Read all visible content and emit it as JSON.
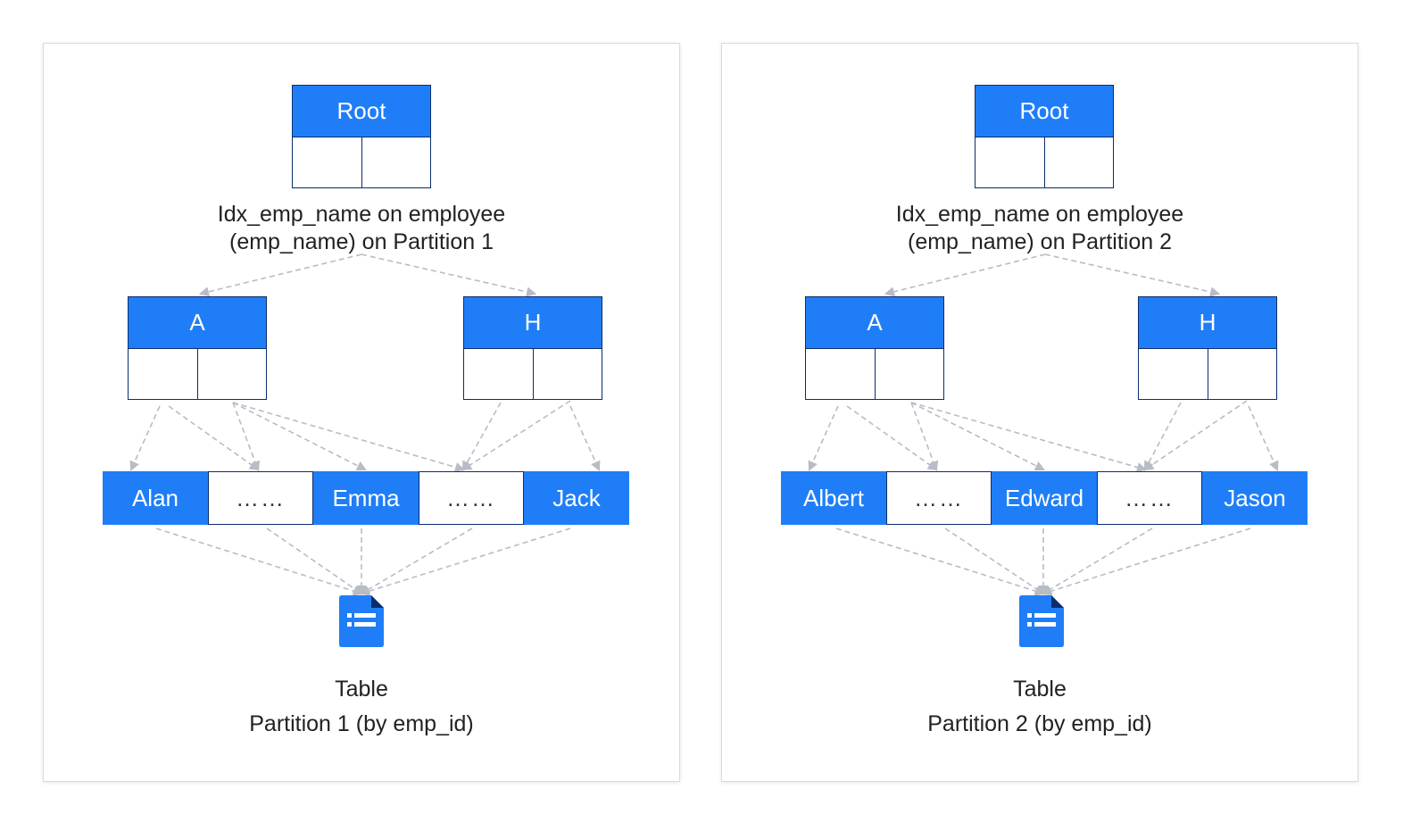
{
  "colors": {
    "node_blue": "#1f7ef7",
    "node_border": "#0b2d6b",
    "edge": "#b7bcc6"
  },
  "icons": [
    "table-document-icon"
  ],
  "partitions": [
    {
      "root_label": "Root",
      "index_line1": "Idx_emp_name on employee",
      "index_line2": "(emp_name) on Partition 1",
      "branch_left_label": "A",
      "branch_right_label": "H",
      "leaves": [
        "Alan",
        "……",
        "Emma",
        "……",
        "Jack"
      ],
      "table_label": "Table",
      "table_sublabel": "Partition 1 (by emp_id)"
    },
    {
      "root_label": "Root",
      "index_line1": "Idx_emp_name on employee",
      "index_line2": "(emp_name) on Partition 2",
      "branch_left_label": "A",
      "branch_right_label": "H",
      "leaves": [
        "Albert",
        "……",
        "Edward",
        "……",
        "Jason"
      ],
      "table_label": "Table",
      "table_sublabel": "Partition 2 (by emp_id)"
    }
  ]
}
